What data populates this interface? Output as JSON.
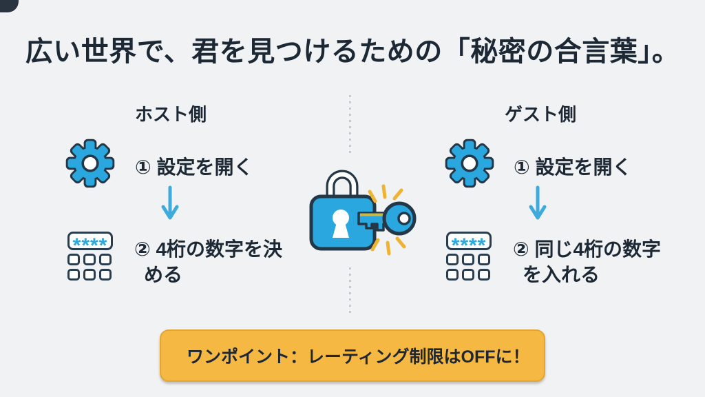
{
  "title": "広い世界で、君を見つけるための「秘密の合言葉」。",
  "host": {
    "header": "ホスト側",
    "step1": "① 設定を開く",
    "step2": "② 4桁の数字を決める",
    "pin_display": "****"
  },
  "guest": {
    "header": "ゲスト側",
    "step1": "① 設定を開く",
    "step2": "② 同じ4桁の数字を入れる",
    "pin_display": "****"
  },
  "banner": {
    "text": "ワンポイント：レーティング制限はOFFに！"
  },
  "icons": {
    "center": "lock-and-key-icon",
    "step1": "gear-icon",
    "step2": "pin-keypad-icon",
    "banner": "filter-off-icon",
    "between_steps": "down-arrow-icon"
  },
  "colors": {
    "background": "#F1F2F4",
    "text": "#1D2835",
    "accent_blue": "#29A7DE",
    "outline_navy": "#243746",
    "banner_yellow": "#F5B843",
    "sparkle_yellow": "#EFB334",
    "divider_gray": "#C7CAD1"
  }
}
